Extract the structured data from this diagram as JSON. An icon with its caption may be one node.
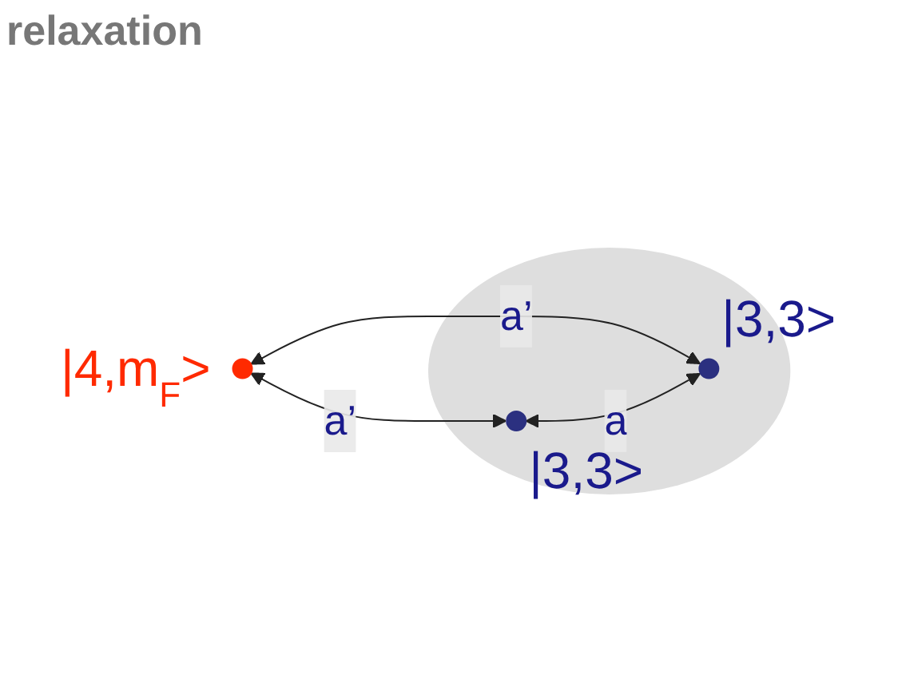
{
  "diagram": {
    "title": "relaxation",
    "nodes": [
      {
        "text": [],
        "shape": "ellipse"
      },
      {
        "text": [],
        "shape": "circle",
        "in": 0,
        "beside": [
          "|3,3>"
        ]
      },
      {
        "text": [],
        "shape": "circle",
        "beside": [
          "|4,m$_{F}$>"
        ]
      },
      {
        "text": [],
        "shape": "circle",
        "in": 0,
        "beside": [
          "|3,3>"
        ]
      }
    ],
    "edges": [
      {
        "from": 1,
        "to": 2,
        "arrow": "both",
        "label": "a’"
      },
      {
        "from": 3,
        "to": 2,
        "arrow": "both",
        "label": "a’"
      },
      {
        "from": 1,
        "to": 3,
        "arrow": "both",
        "label": "a"
      }
    ]
  }
}
